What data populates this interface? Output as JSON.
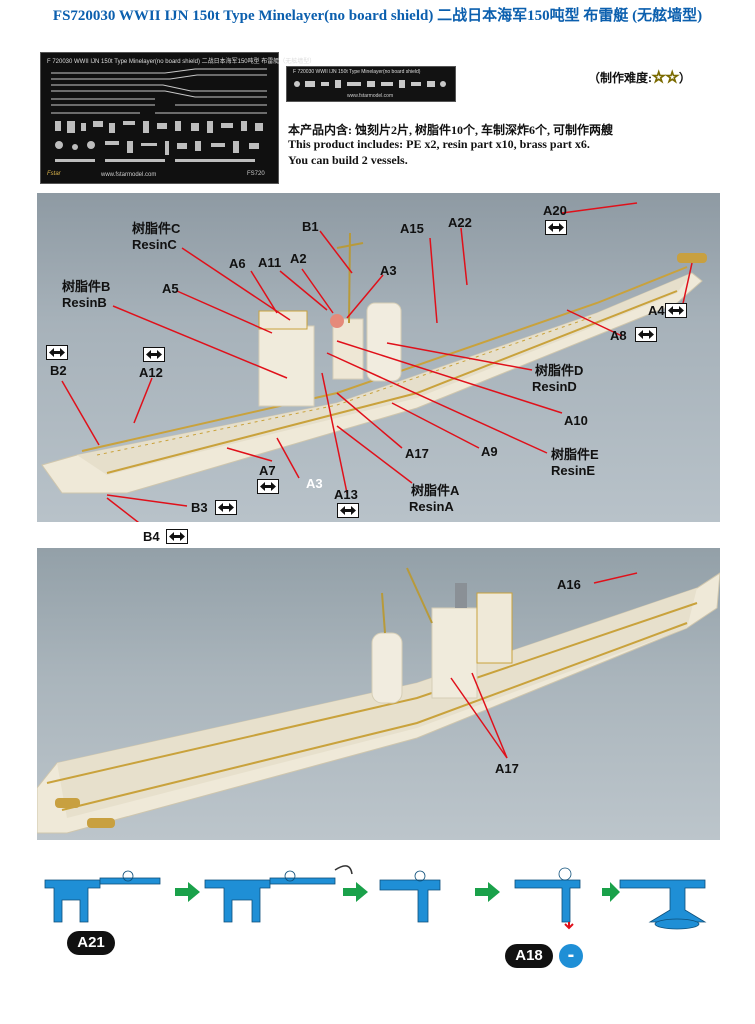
{
  "header": {
    "title": "FS720030 WWII IJN 150t Type Minelayer(no board shield) 二战日本海军150吨型 布雷艇 (无舷墙型)"
  },
  "pe_sheet": {
    "header": "F 720030 WWII IJN 150t Type Minelayer(no board shield) 二战日本海军150吨型 布雷艇（无舷墙型）",
    "footer": "www.fstarmodel.com",
    "brand": "Fstar",
    "code": "FS720"
  },
  "pe_strip": {
    "header": "F 720030 WWII IJN 150t Type Minelayer(no board shield)",
    "footer": "www.fstarmodel.com"
  },
  "difficulty": {
    "label": "（制作难度:",
    "stars": "☆☆",
    "close": "）"
  },
  "description": {
    "line1": "本产品内含: 蚀刻片2片, 树脂件10个, 车制深炸6个, 可制作两艘",
    "line2": "This product includes:  PE x2,  resin part x10, brass part x6.",
    "line3": "You can build 2 vessels."
  },
  "photo1_labels": {
    "resinC_cn": "树脂件C",
    "resinC_en": "ResinC",
    "b1": "B1",
    "a15": "A15",
    "a22": "A22",
    "a20": "A20",
    "a6": "A6",
    "a11": "A11",
    "a2": "A2",
    "a3_top": "A3",
    "resinB_cn": "树脂件B",
    "resinB_en": "ResinB",
    "a5": "A5",
    "a4": "A4",
    "a8": "A8",
    "b2": "B2",
    "a12": "A12",
    "resinD_cn": "树脂件D",
    "resinD_en": "ResinD",
    "a10": "A10",
    "a17": "A17",
    "a9": "A9",
    "resinE_cn": "树脂件E",
    "resinE_en": "ResinE",
    "a7": "A7",
    "a3_bottom": "A3",
    "a13": "A13",
    "resinA_cn": "树脂件A",
    "resinA_en": "ResinA",
    "b3": "B3",
    "b4": "B4"
  },
  "photo2_labels": {
    "a16": "A16",
    "a17": "A17"
  },
  "assembly": {
    "badge1": "A21",
    "badge2": "A18",
    "minus": "-"
  },
  "colors": {
    "title": "#0b5fae",
    "leader_line": "#e0101a",
    "part_blue": "#1f8fd6",
    "step_arrow": "#1aa14a",
    "hull": "#efe9d8",
    "brass": "#c9a23c"
  }
}
